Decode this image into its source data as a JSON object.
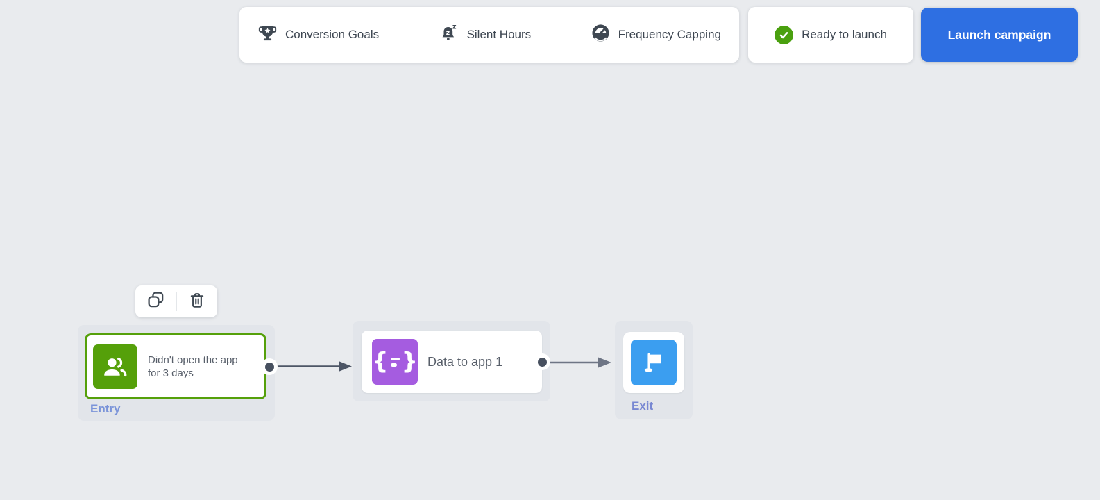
{
  "header": {
    "settings_bar": {
      "items": [
        {
          "label": "Conversion Goals",
          "icon": "trophy-icon"
        },
        {
          "label": "Silent Hours",
          "icon": "bell-snooze-icon"
        },
        {
          "label": "Frequency Capping",
          "icon": "gauge-icon"
        }
      ]
    },
    "status_card": {
      "label": "Ready to launch",
      "icon": "check-circle-icon"
    },
    "launch_button": {
      "label": "Launch campaign"
    }
  },
  "flow": {
    "node_toolbar": {
      "actions": [
        {
          "name": "duplicate",
          "icon": "copy-icon"
        },
        {
          "name": "delete",
          "icon": "trash-icon"
        }
      ]
    },
    "entry_node": {
      "badge": "Entry",
      "title": "Didn't open the app for 3 days",
      "icon": "users-icon"
    },
    "action_node": {
      "title": "Data to app 1",
      "icon": "code-braces-icon"
    },
    "exit_node": {
      "badge": "Exit",
      "icon": "flag-icon"
    }
  },
  "colors": {
    "page_bg": "#e9ebee",
    "panel_bg": "#e2e5ea",
    "primary_blue": "#2e6fe2",
    "success_green": "#4aa00f",
    "entry_green": "#55a00a",
    "action_purple": "#a55ce0",
    "exit_blue": "#3b9ef0",
    "entry_label_blue": "#7b94d9",
    "exit_label_blue": "#7787d2",
    "connector_dark": "#4d5666",
    "connector_light": "#6e7585",
    "toolbar_icon_gray": "#3f4852"
  }
}
